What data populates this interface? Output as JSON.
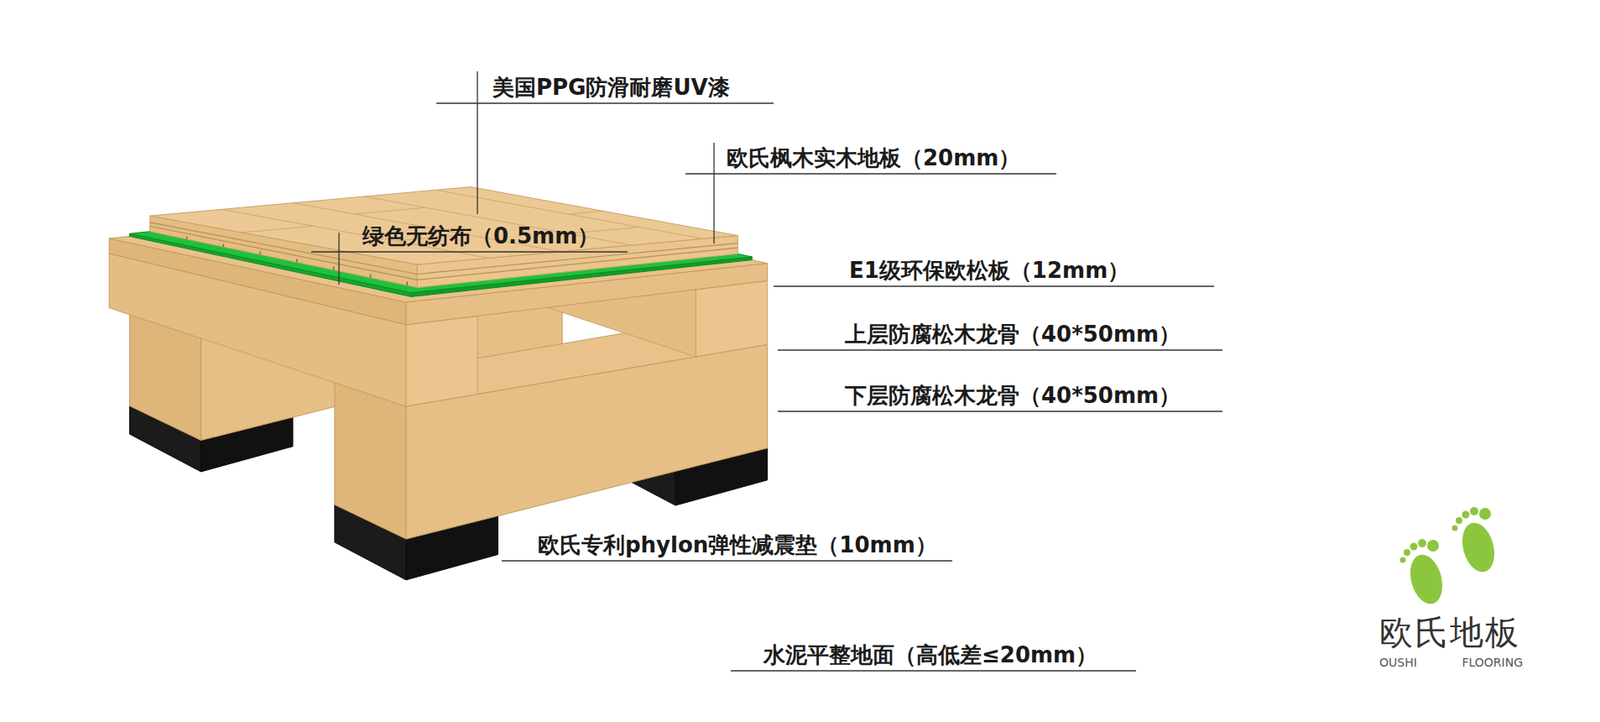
{
  "diagram": {
    "labels": [
      "美国PPG防滑耐磨UV漆",
      "欧氏枫木实木地板（20mm）",
      "绿色无纺布（0.5mm）",
      "E1级环保欧松板（12mm）",
      "上层防腐松木龙骨（40*50mm）",
      "下层防腐松木龙骨（40*50mm）",
      "欧氏专利phylon弹性减震垫（10mm）",
      "水泥平整地面（高低差≤20mm）",
      "欧氏地板",
      "OUSHI FLOORING"
    ]
  }
}
